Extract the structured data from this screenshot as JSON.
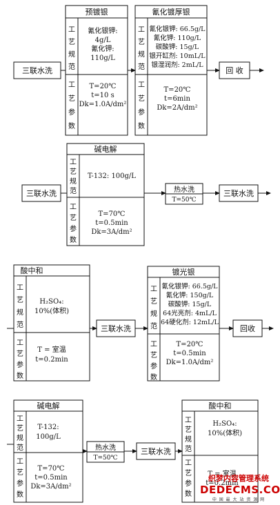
{
  "labels": {
    "spec": [
      "工",
      "艺",
      "规",
      "范"
    ],
    "param": [
      "工",
      "艺",
      "参",
      "数"
    ]
  },
  "rows": [
    {
      "nodes": [
        {
          "type": "step",
          "text": "三联水洗"
        },
        {
          "type": "process",
          "title": "预镀银",
          "spec": [
            "氰化银钾:",
            "4g/L",
            "氰化钾:",
            "110g/L"
          ],
          "param": [
            "T=20℃",
            "t=10 s",
            "Dk=1.0A/dm²"
          ]
        },
        {
          "type": "process",
          "title": "氰化镀厚银",
          "spec": [
            "氰化银钾: 66.5g/L",
            "氰化钾: 110g/L",
            "碳酸钾: 15g/L",
            "银开缸剂: 10mL/L",
            "银湿润剂: 2mL/L"
          ],
          "param": [
            "T=20℃",
            "t=6min",
            "Dk=2A/dm²"
          ]
        },
        {
          "type": "step",
          "text": "回 收"
        }
      ]
    },
    {
      "nodes": [
        {
          "type": "step",
          "text": "三联水洗"
        },
        {
          "type": "process",
          "title": "碱电解",
          "spec": [
            "T-132: 100g/L"
          ],
          "param": [
            "T=70℃",
            "t=0.5min",
            "Dk=3A/dm²"
          ]
        },
        {
          "type": "step",
          "text": "热水洗",
          "sub": "T=50℃"
        },
        {
          "type": "step",
          "text": "三联水洗"
        }
      ]
    },
    {
      "nodes": [
        {
          "type": "process",
          "title": "酸中和",
          "spec": [
            "H₂SO₄:",
            "10%(体积)"
          ],
          "param": [
            "T = 室温",
            "t=0.2min"
          ]
        },
        {
          "type": "step",
          "text": "三联水洗"
        },
        {
          "type": "process",
          "title": "镀光银",
          "spec": [
            "氰化银钾: 66.5g/L",
            "氰化钾: 150g/L",
            "碳酸钾: 15g/L",
            "64光亮剂: 4mL/L",
            "64硬化剂: 12mL/L"
          ],
          "param": [
            "T=20℃",
            "t=0.5min",
            "Dk=1.0A/dm²"
          ]
        },
        {
          "type": "step",
          "text": "回收"
        }
      ]
    },
    {
      "nodes": [
        {
          "type": "process",
          "title": "碱电解",
          "spec": [
            "T-132:",
            "100g/L"
          ],
          "param": [
            "T=70℃",
            "t=0.5min",
            "Dk=3A/dm²"
          ]
        },
        {
          "type": "step",
          "text": "热水洗",
          "sub": "T=50℃"
        },
        {
          "type": "step",
          "text": "三联水洗"
        },
        {
          "type": "process",
          "title": "酸中和",
          "spec": [
            "H₂SO₄:",
            "10%(体积)"
          ],
          "param": [
            "T = 室温",
            "t=0.2min"
          ]
        }
      ]
    }
  ],
  "watermark": {
    "line1": "织梦内容管理系统",
    "line2": "DEDECMS.COM",
    "line3": "中 国 最 大 站 资 源 网"
  }
}
